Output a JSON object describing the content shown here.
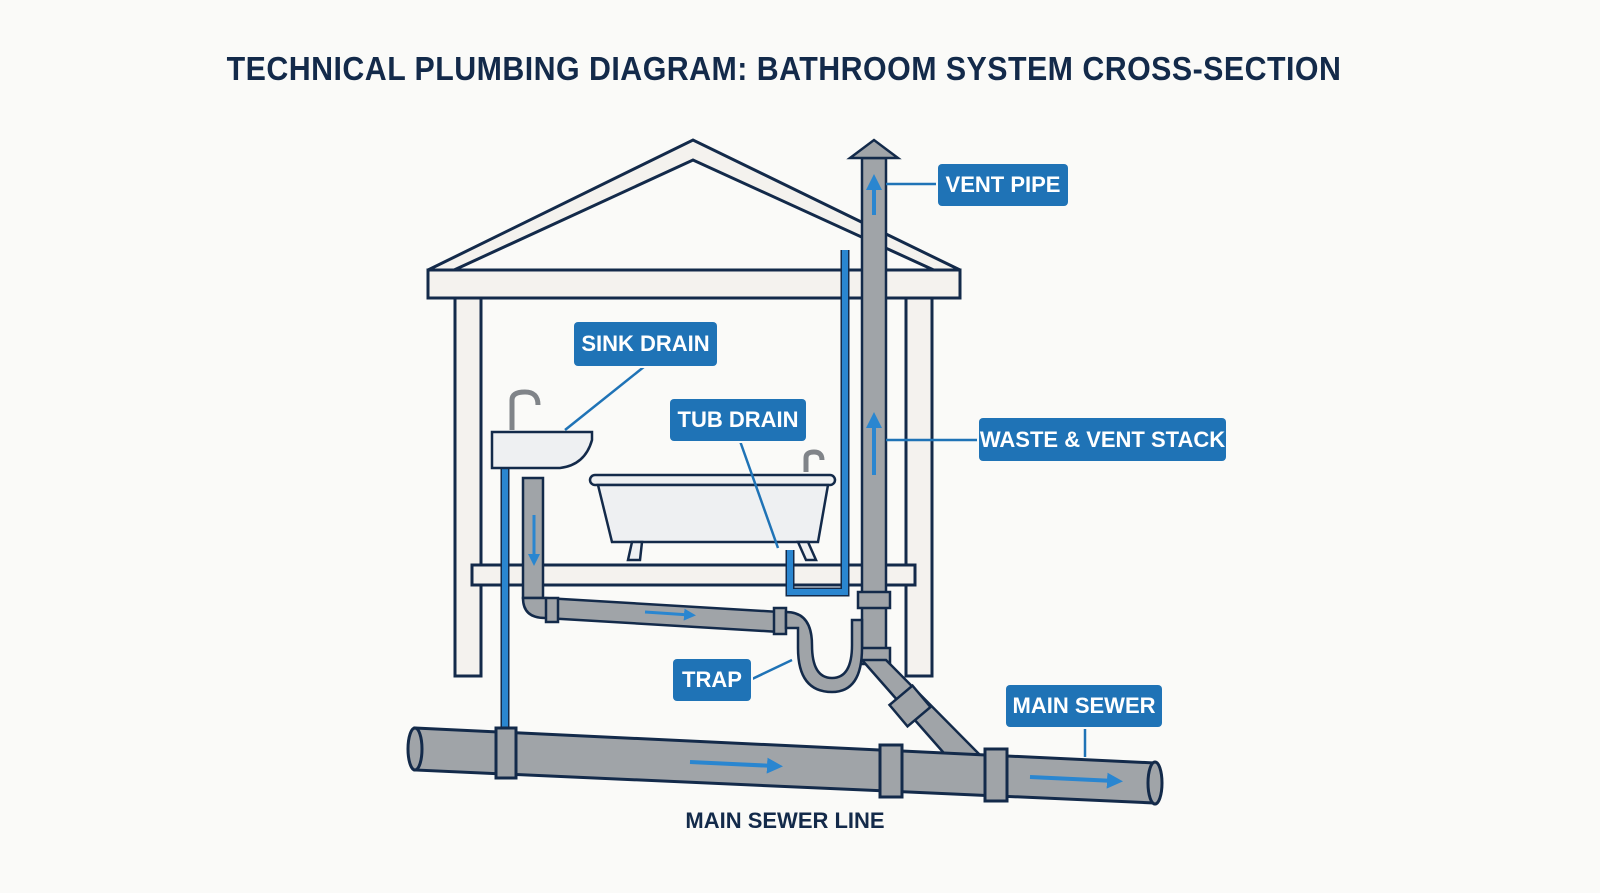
{
  "title": "TECHNICAL PLUMBING DIAGRAM: BATHROOM SYSTEM CROSS-SECTION",
  "labels": {
    "vent_pipe": "VENT PIPE",
    "sink_drain": "SINK DRAIN",
    "tub_drain": "TUB DRAIN",
    "waste_vent_stack": "WASTE & VENT STACK",
    "trap": "TRAP",
    "main_sewer": "MAIN SEWER"
  },
  "caption": "MAIN SEWER LINE",
  "colors": {
    "label_bg": "#1f73b6",
    "navy": "#132a4a",
    "pipe_gray": "#a0a4a8",
    "water_blue": "#2a86d0"
  }
}
